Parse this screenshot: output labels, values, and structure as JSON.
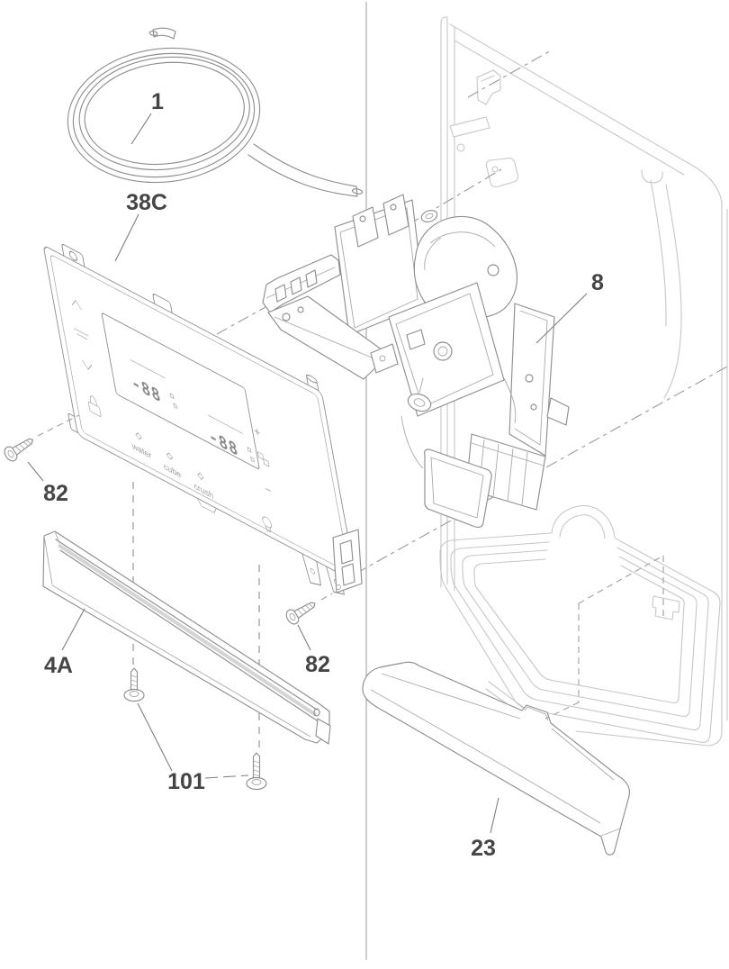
{
  "diagram": {
    "title": "Refrigerator dispenser and ice maker exploded parts diagram",
    "colors": {
      "part_line": "#8f8f8f",
      "background_line": "#c7c7c7",
      "label_text": "#454545",
      "panel_text": "#9a9a9a"
    },
    "labels": {
      "water_tube": "1",
      "control_panel": "38C",
      "ice_maker_assembly": "8",
      "screw_left": "82",
      "screw_right": "82",
      "trim_strip": "4A",
      "screws_bottom": "101",
      "tray": "23"
    },
    "control_panel_ui": {
      "display_left": "-88",
      "display_right": "-88",
      "option_water": "water",
      "option_cube": "cube",
      "option_crush": "crush",
      "plus": "+",
      "minus": "−",
      "icons": [
        "chevron-up-icon",
        "chevron-down-icon",
        "lock-icon",
        "plus-icon",
        "cubes-icon",
        "minus-icon",
        "light-bulb-icon"
      ]
    }
  }
}
